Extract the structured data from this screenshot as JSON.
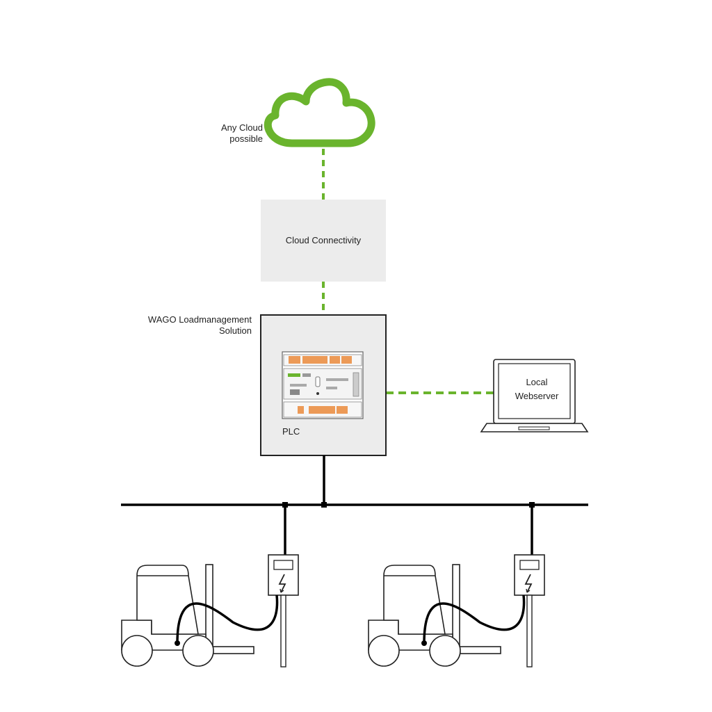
{
  "cloud": {
    "label_line1": "Any Cloud",
    "label_line2": "possible",
    "color": "#6ab42d"
  },
  "connectivity": {
    "label": "Cloud Connectivity",
    "fill": "#ececec"
  },
  "plc_box": {
    "title_line1": "WAGO Loadmanagement",
    "title_line2": "Solution",
    "label": "PLC",
    "fill": "#ececec"
  },
  "laptop": {
    "label_line1": "Local",
    "label_line2": "Webserver"
  },
  "colors": {
    "link": "#6ab42d",
    "line": "#000000",
    "plc_accent": "#e8822e"
  },
  "icons": [
    "cloud-icon",
    "plc-module-icon",
    "laptop-icon",
    "charging-station-icon",
    "lightning-icon",
    "forklift-icon"
  ]
}
